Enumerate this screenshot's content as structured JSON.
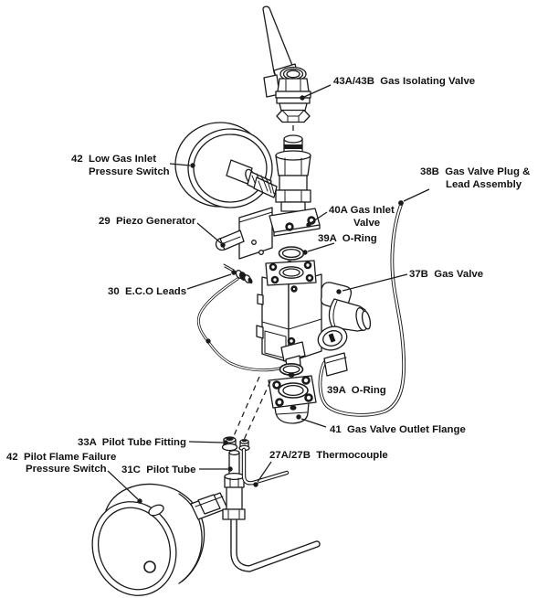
{
  "figure": {
    "type": "exploded-parts-diagram",
    "background_color": "#ffffff",
    "line_color": "#1a1a1a"
  },
  "labels": {
    "isolating_valve": "43A/43B  Gas Isolating Valve",
    "low_gas_switch_line1": "42  Low Gas Inlet",
    "low_gas_switch_line2": "Pressure Switch",
    "piezo_generator": "29  Piezo Generator",
    "gas_inlet_valve_line1": "40A Gas Inlet",
    "gas_inlet_valve_line2": "Valve",
    "oring_upper": "39A  O-Ring",
    "plug_lead_line1": "38B  Gas Valve Plug &",
    "plug_lead_line2": "Lead Assembly",
    "gas_valve": "37B  Gas Valve",
    "eco_leads": "30  E.C.O Leads",
    "oring_lower": "39A  O-Ring",
    "outlet_flange": "41  Gas Valve Outlet Flange",
    "pilot_tube_fitting": "33A  Pilot Tube Fitting",
    "pilot_switch_line1": "42  Pilot Flame Failure",
    "pilot_switch_line2": "Pressure Switch",
    "pilot_tube": "31C  Pilot Tube",
    "thermocouple": "27A/27B  Thermocouple"
  }
}
